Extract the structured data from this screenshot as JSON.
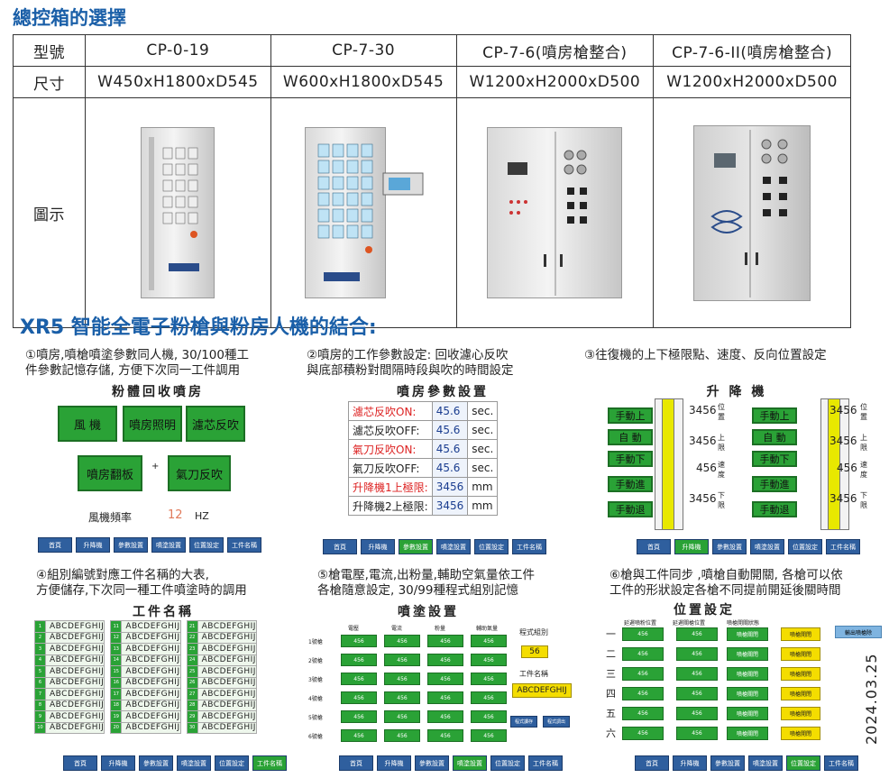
{
  "title": "總控箱的選擇",
  "spec_table": {
    "row_model_label": "型號",
    "row_size_label": "尺寸",
    "row_image_label": "圖示",
    "models": [
      "CP-0-19",
      "CP-7-30",
      "CP-7-6(噴房槍整合)",
      "CP-7-6-II(噴房槍整合)"
    ],
    "sizes": [
      "W450xH1800xD545",
      "W600xH1800xD545",
      "W1200xH2000xD500",
      "W1200xH2000xD500"
    ]
  },
  "section_title": "XR5 智能全電子粉槍與粉房人機的結合:",
  "captions": {
    "c1a": "①噴房,噴槍噴塗參數同人機, 30/100種工",
    "c1b": "件參數記憶存儲, 方便下次同一工件調用",
    "c2a": "②噴房的工作參數設定: 回收濾心反吹",
    "c2b": "與底部積粉對間隔時段與吹的時間設定",
    "c3a": "③往復機的上下極限點、速度、反向位置設定",
    "c4a": "④組別編號對應工件名稱的大表,",
    "c4b": "方便儲存,下次同一種工件噴塗時的調用",
    "c5a": "⑤槍電壓,電流,出粉量,輔助空氣量依工件",
    "c5b": "各槍隨意設定, 30/99種程式組別記憶",
    "c6a": "⑥槍與工件同步 ,噴槍自動開關, 各槍可以依",
    "c6b": "工件的形狀設定各槍不同提前開延後關時間"
  },
  "nav": [
    "首頁",
    "升降機",
    "參數設置",
    "噴塗設置",
    "位置設定",
    "工件名稱"
  ],
  "panel1": {
    "title": "粉體回收噴房",
    "buttons": [
      "風 機",
      "噴房照明",
      "濾芯反吹",
      "噴房翻板",
      "氣刀反吹"
    ],
    "plus": "+",
    "freq_label": "風機頻率",
    "freq_value": "12",
    "freq_unit": "HZ"
  },
  "panel2": {
    "title": "噴房參數設置",
    "rows": [
      {
        "label": "濾芯反吹ON:",
        "value": "45.6",
        "unit": "sec.",
        "red": true
      },
      {
        "label": "濾芯反吹OFF:",
        "value": "45.6",
        "unit": "sec.",
        "red": false
      },
      {
        "label": "氣刀反吹ON:",
        "value": "45.6",
        "unit": "sec.",
        "red": true
      },
      {
        "label": "氣刀反吹OFF:",
        "value": "45.6",
        "unit": "sec.",
        "red": false
      },
      {
        "label": "升降機1上極限:",
        "value": "3456",
        "unit": "mm",
        "red": true
      },
      {
        "label": "升降機2上極限:",
        "value": "3456",
        "unit": "mm",
        "red": false
      }
    ]
  },
  "panel3": {
    "title": "升 降 機",
    "buttons": [
      "手動上",
      "自 動",
      "手動下",
      "手動進",
      "手動退"
    ],
    "values": [
      "3456",
      "3456",
      "456",
      "3456"
    ],
    "units": [
      "位置",
      "上限",
      "速度",
      "下限"
    ]
  },
  "panel4": {
    "title": "工件名稱",
    "cell": "ABCDEFGHIJ",
    "rows": 10,
    "cols": 3
  },
  "panel5": {
    "title": "噴塗設置",
    "headers": [
      "電壓",
      "電流",
      "粉量",
      "輔助氣量"
    ],
    "row_labels": [
      "1號槍",
      "2號槍",
      "3號槍",
      "4號槍",
      "5號槍",
      "6號槍"
    ],
    "cell": "456",
    "program_label": "程式組別",
    "program_value": "56",
    "name_label": "工件名稱",
    "name_value": "ABCDEFGHIJ",
    "btn_read": "程式讀存",
    "btn_call": "程式調出"
  },
  "panel6": {
    "title": "位置設定",
    "headers": [
      "延遲噴粉位置",
      "延遲關槍位置",
      "噴槍開關狀態"
    ],
    "row_labels": [
      "一",
      "二",
      "三",
      "四",
      "五",
      "六"
    ],
    "cell": "456",
    "status": "噴槍關閉",
    "yellow": "噴槍開閉",
    "top_right": "輸出噴槍除"
  },
  "date": "2024.03.25",
  "colors": {
    "blue_title": "#1a5fa8",
    "green": "#2aa236",
    "nav_blue": "#2f5f9e",
    "yellow": "#e8e800"
  }
}
